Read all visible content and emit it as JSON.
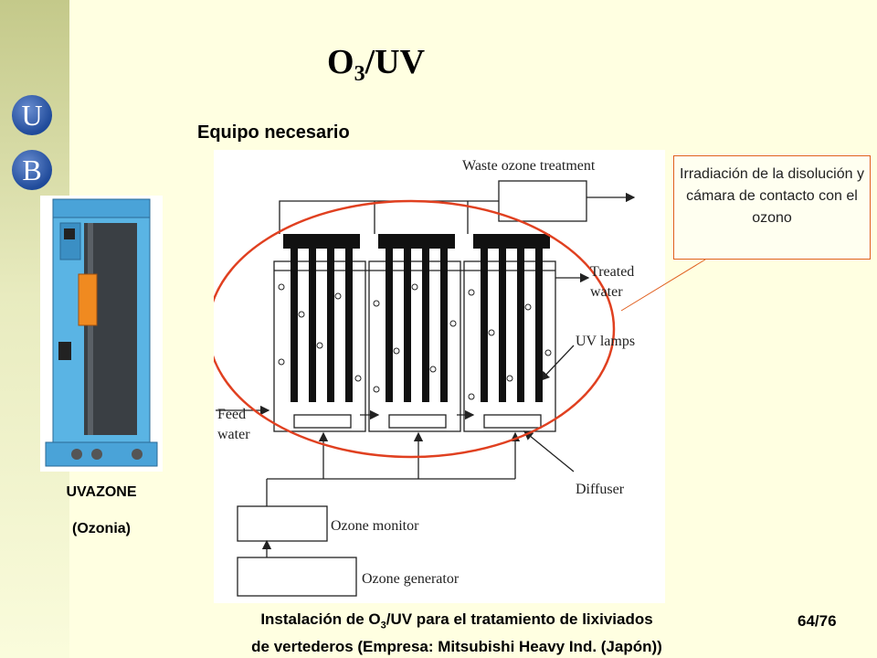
{
  "logo": {
    "letters": [
      "U",
      "B"
    ]
  },
  "slide": {
    "title_main": "O",
    "title_sub": "3",
    "title_rest": "/UV",
    "subtitle": "Equipo necesario",
    "page_number": "64/76"
  },
  "equipment": {
    "name": "UVAZONE",
    "maker": "(Ozonia)"
  },
  "callout": {
    "text": "Irradiación de la disolución y cámara de contacto con el ozono"
  },
  "diagram": {
    "labels": {
      "waste_ozone": "Waste ozone treatment",
      "treated_1": "Treated",
      "treated_2": "water",
      "uv_lamps": "UV lamps",
      "feed_1": "Feed",
      "feed_2": "water",
      "diffuser": "Diffuser",
      "ozone_monitor": "Ozone monitor",
      "ozone_generator": "Ozone generator"
    }
  },
  "caption": {
    "line1_a": "Instalación de O",
    "line1_sub": "3",
    "line1_b": "/UV para el tratamiento de lixiviados",
    "line2": "de vertederos (Empresa: Mitsubishi Heavy Ind. (Japón))"
  },
  "colors": {
    "highlight": "#e04020",
    "sidebar": "#c4c98a",
    "background": "#ffffe1",
    "logo": "#1f4a9a"
  }
}
